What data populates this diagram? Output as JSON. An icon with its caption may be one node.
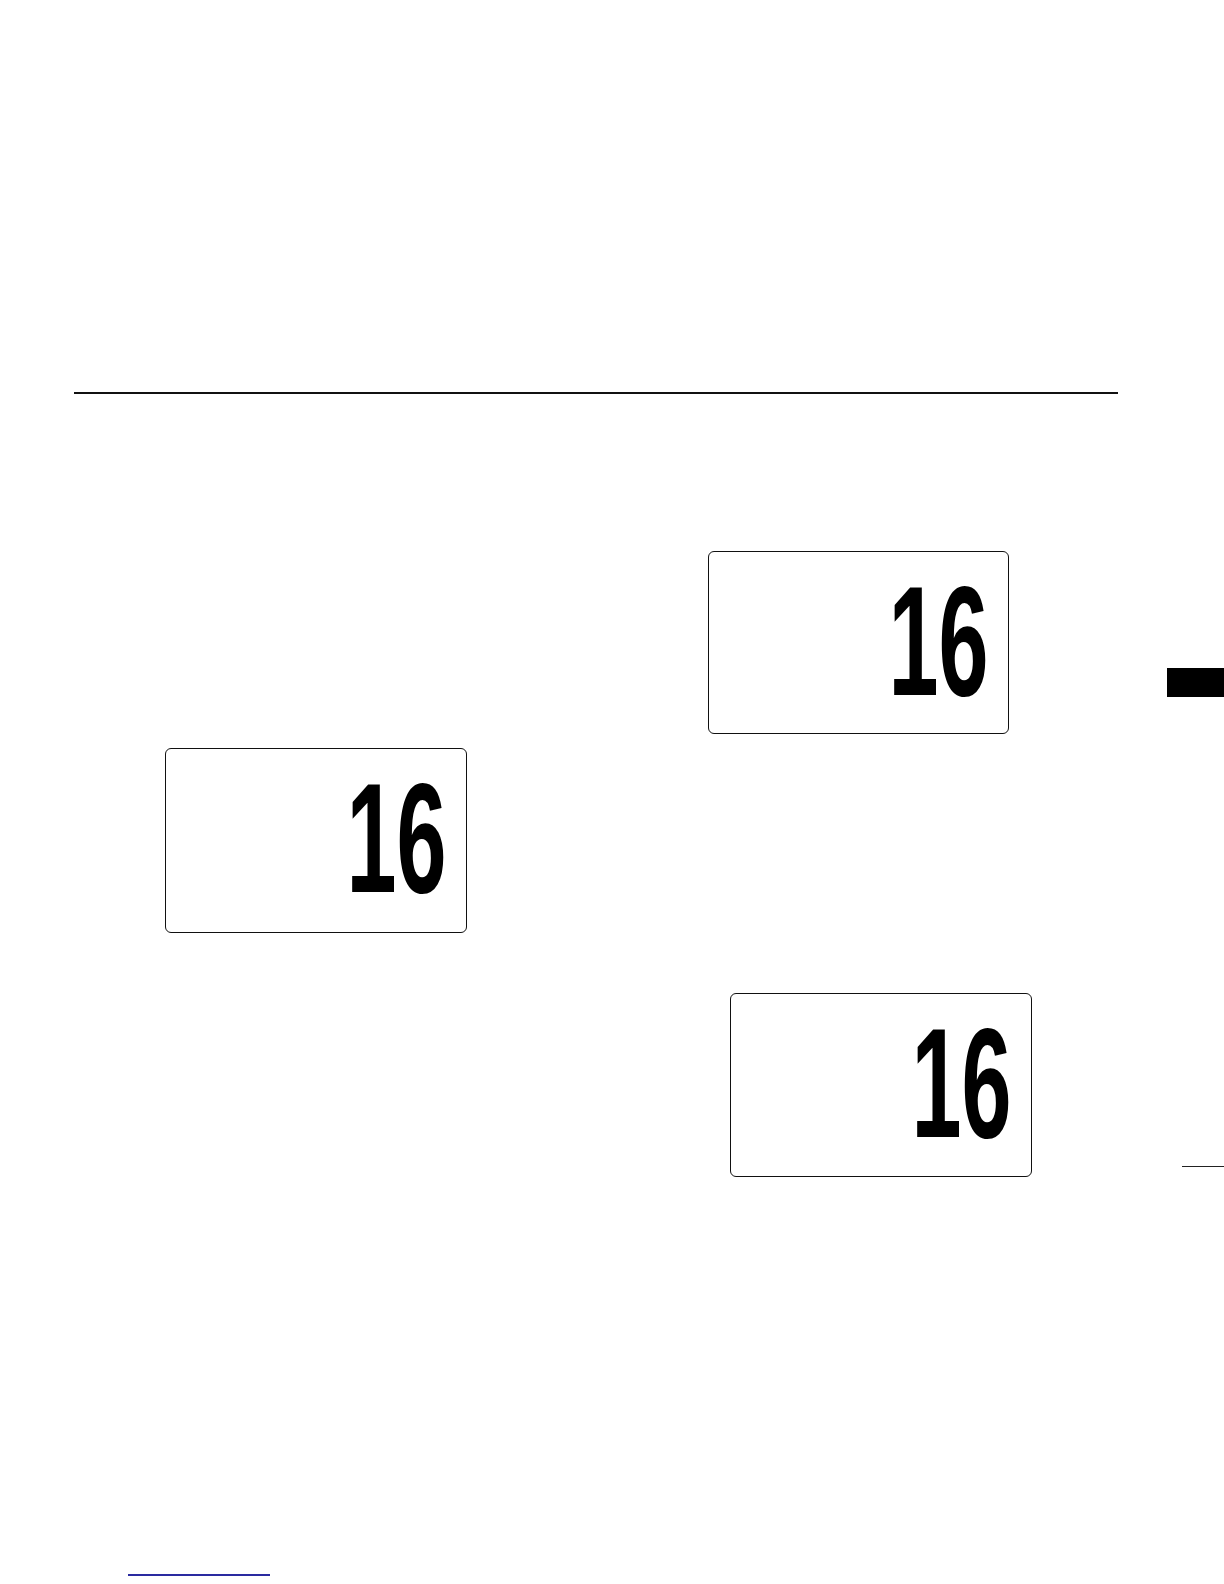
{
  "diagram": {
    "nodes": [
      {
        "text": [
          "16"
        ]
      },
      {
        "text": [
          "16"
        ]
      },
      {
        "text": [
          "16"
        ]
      }
    ]
  }
}
